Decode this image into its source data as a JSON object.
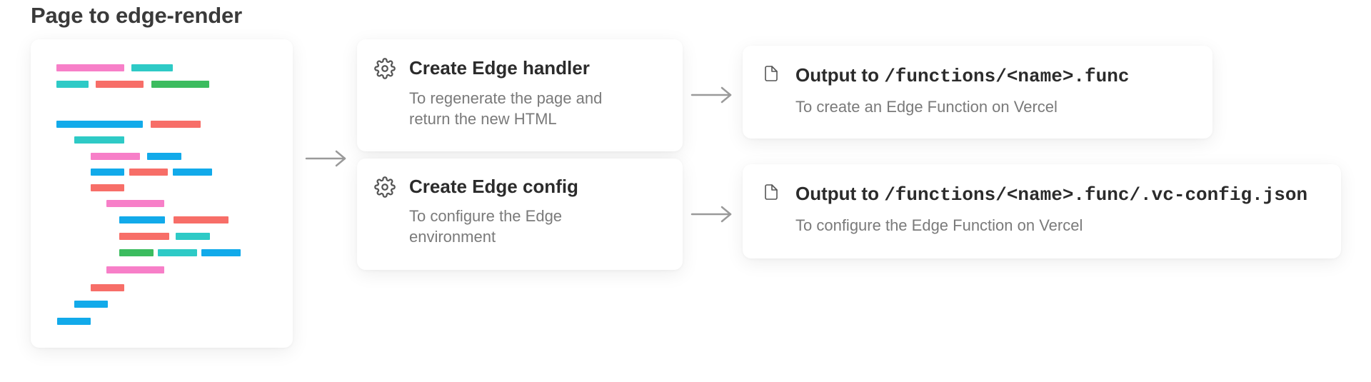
{
  "title": "Page to edge-render",
  "colors": {
    "pink": "#f77fc8",
    "teal": "#2ecac6",
    "red": "#f76e68",
    "green": "#3cbc5f",
    "blue": "#12aaea",
    "arrow": "#9a9a9a",
    "icon": "#555555"
  },
  "steps": {
    "handler": {
      "icon": "gear-icon",
      "title": "Create Edge handler",
      "desc_line1": "To regenerate the page and",
      "desc_line2": "return the new HTML"
    },
    "config": {
      "icon": "gear-icon",
      "title": "Create Edge config",
      "desc_line1": "To configure the Edge",
      "desc_line2": "environment"
    }
  },
  "outputs": {
    "func": {
      "icon": "file-icon",
      "prefix": "Output to ",
      "path": "/functions/<name>.func",
      "desc": "To create an Edge Function on Vercel"
    },
    "config": {
      "icon": "file-icon",
      "prefix": "Output to ",
      "path": "/functions/<name>.func/.vc-config.json",
      "desc": "To configure the Edge Function on Vercel"
    }
  }
}
